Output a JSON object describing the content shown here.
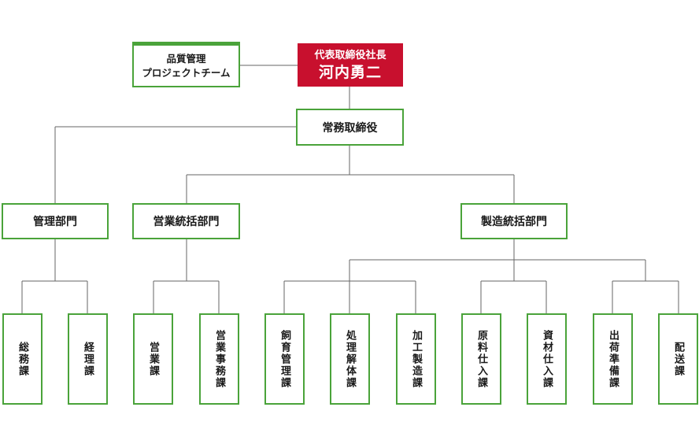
{
  "ceo": {
    "title": "代表取締役社長",
    "name": "河内勇二"
  },
  "team": {
    "line1": "品質管理",
    "line2": "プロジェクトチーム"
  },
  "managing_director": "常務取締役",
  "departments": {
    "admin": "管理部門",
    "sales": "営業統括部門",
    "manufacturing": "製造統括部門"
  },
  "sections": {
    "general_affairs": "総務課",
    "accounting": "経理課",
    "sales": "営業課",
    "sales_affairs": "営業事務課",
    "feed_management": "飼育管理課",
    "processing_dismantling": "処理解体課",
    "processing_manufacturing": "加工製造課",
    "raw_material_purchasing": "原料仕入課",
    "materials_purchasing": "資材仕入課",
    "shipping_preparation": "出荷準備課",
    "delivery": "配送課"
  },
  "colors": {
    "green": "#4aa33a",
    "red": "#c8102e",
    "line": "#666666"
  }
}
